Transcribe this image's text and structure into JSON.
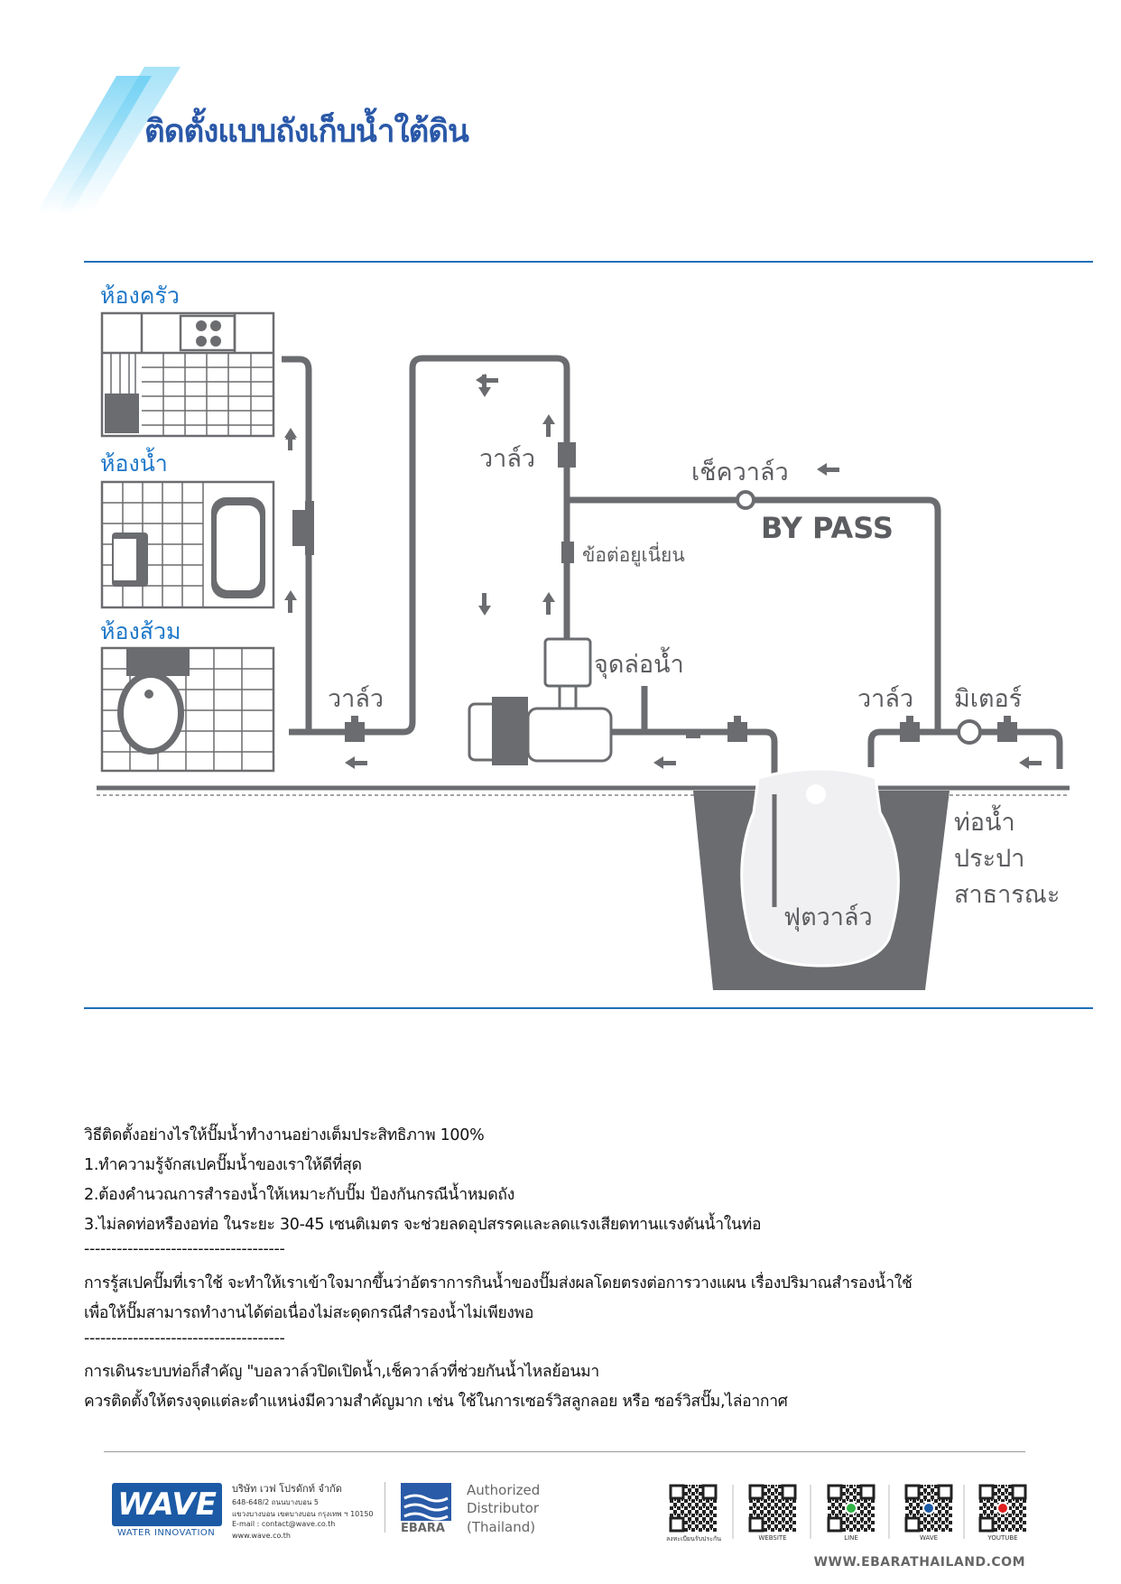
{
  "title": "ติดตั้งแบบถังเก็บน้ำใต้ดิน",
  "diagram": {
    "rooms": [
      "ห้องครัว",
      "ห้องน้ำ",
      "ห้องส้วม"
    ],
    "labels": {
      "valve_upper": "วาล์ว",
      "check_valve": "เช็ควาล์ว",
      "bypass": "BY PASS",
      "union": "ข้อต่อยูเนี่ยน",
      "priming_point": "จุดล่อน้ำ",
      "valve_left": "วาล์ว",
      "valve_right": "วาล์ว",
      "meter": "มิเตอร์",
      "public_pipe": [
        "ท่อน้ำ",
        "ประปา",
        "สาธารณะ"
      ],
      "foot_valve": "ฟุตวาล์ว"
    },
    "colors": {
      "pipe": "#6b6c6f",
      "accent": "#1f78c8",
      "title": "#2a58a8"
    }
  },
  "body": {
    "lines": [
      "วิธีติดตั้งอย่างไรให้ปั๊มน้ำทำงานอย่างเต็มประสิทธิภาพ 100%",
      "1.ทำความรู้จักสเปคปั๊มน้ำของเราให้ดีที่สุด",
      "2.ต้องคำนวณการสำรองน้ำให้เหมาะกับปั๊ม ป้องกันกรณีน้ำหมดถัง",
      "3.ไม่ลดท่อหรืองอท่อ ในระยะ 30-45 เซนติเมตร จะช่วยลดอุปสรรคและลดแรงเสียดทานแรงดันน้ำในท่อ",
      "-------------------------------------",
      "การรู้สเปคปั๊มที่เราใช้ จะทำให้เราเข้าใจมากขึ้นว่าอัตราการกินน้ำของปั๊มส่งผลโดยตรงต่อการวางแผน เรื่องปริมาณสำรองน้ำใช้",
      "เพื่อให้ปั๊มสามารถทำงานได้ต่อเนื่องไม่สะดุดกรณีสำรองน้ำไม่เพียงพอ",
      "-------------------------------------",
      "การเดินระบบท่อก็สำคัญ \"บอลวาล์วปิดเปิดน้ำ,เช็ควาล์วที่ช่วยกันน้ำไหลย้อนมา",
      "ควรติดตั้งให้ตรงจุดแต่ละตำแหน่งมีความสำคัญมาก เช่น ใช้ในการเซอร์วิสลูกลอย หรือ ซอร์วิสปั๊ม,ไล่อากาศ"
    ]
  },
  "footer": {
    "wave_logo": "WAVE",
    "wave_tagline": "WATER INNOVATION",
    "company": [
      "บริษัท เวฟ โปรดักท์ จำกัด",
      "648-648/2 ถนนบางบอน 5",
      "แขวงบางบอน เขตบางบอน กรุงเทพ ฯ 10150",
      "E-mail : contact@wave.co.th",
      "www.wave.co.th"
    ],
    "ebara_logo": "EBARA",
    "distributor": [
      "Authorized",
      "Distributor",
      "(Thailand)"
    ],
    "qr_labels": [
      "ลงทะเบียนรับประกัน",
      "WEBSITE",
      "LINE",
      "WAVE",
      "YOUTUBE"
    ],
    "url": "WWW.EBARATHAILAND.COM"
  }
}
